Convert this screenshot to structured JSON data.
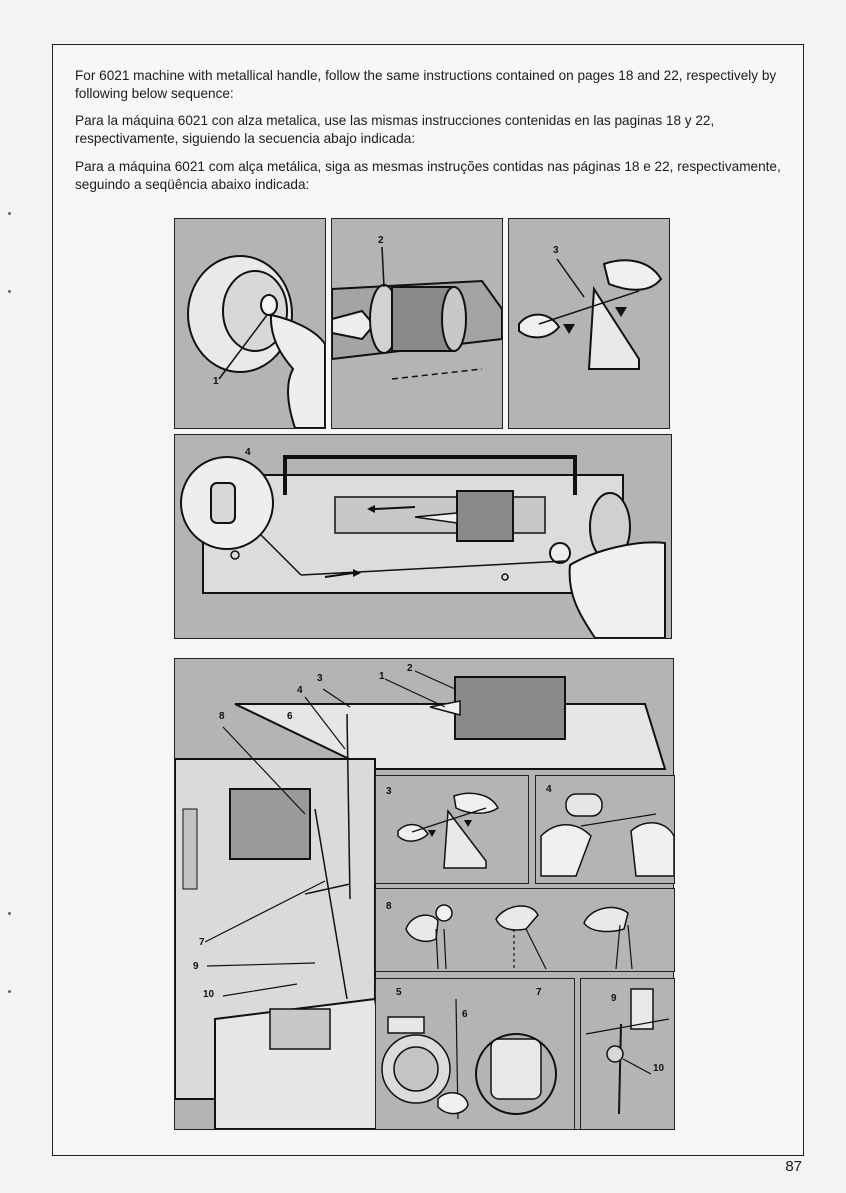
{
  "instructions": {
    "english": "For 6021 machine with metallical handle, follow the same instructions contained on pages 18 and 22, respectively by following below sequence:",
    "spanish": "Para la máquina 6021 con alza metalica, use las mismas instrucciones contenidas en las paginas 18 y 22, respectivamente, siguiendo la secuencia abajo indicada:",
    "portuguese": "Para a máquina 6021 com alça metálica, siga as mesmas instruções contidas nas páginas 18 e 22, respectivamente, seguindo a seqüência abaixo indicada:"
  },
  "figures": {
    "fig1": {
      "label": "1"
    },
    "fig2": {
      "label": "2"
    },
    "fig3": {
      "label": "3"
    },
    "fig4": {
      "label": "4"
    },
    "main": {
      "labels": {
        "l1": "1",
        "l2": "2",
        "l3": "3",
        "l4": "4",
        "l6": "6",
        "l7": "7",
        "l8": "8",
        "l9": "9",
        "l10": "10"
      }
    },
    "detail3": {
      "label": "3"
    },
    "detail4": {
      "label": "4"
    },
    "detail8": {
      "label": "8"
    },
    "detail5": {
      "l5": "5",
      "l6": "6",
      "l7": "7"
    },
    "detail9": {
      "l9": "9",
      "l10": "10"
    }
  },
  "page_number": "87"
}
